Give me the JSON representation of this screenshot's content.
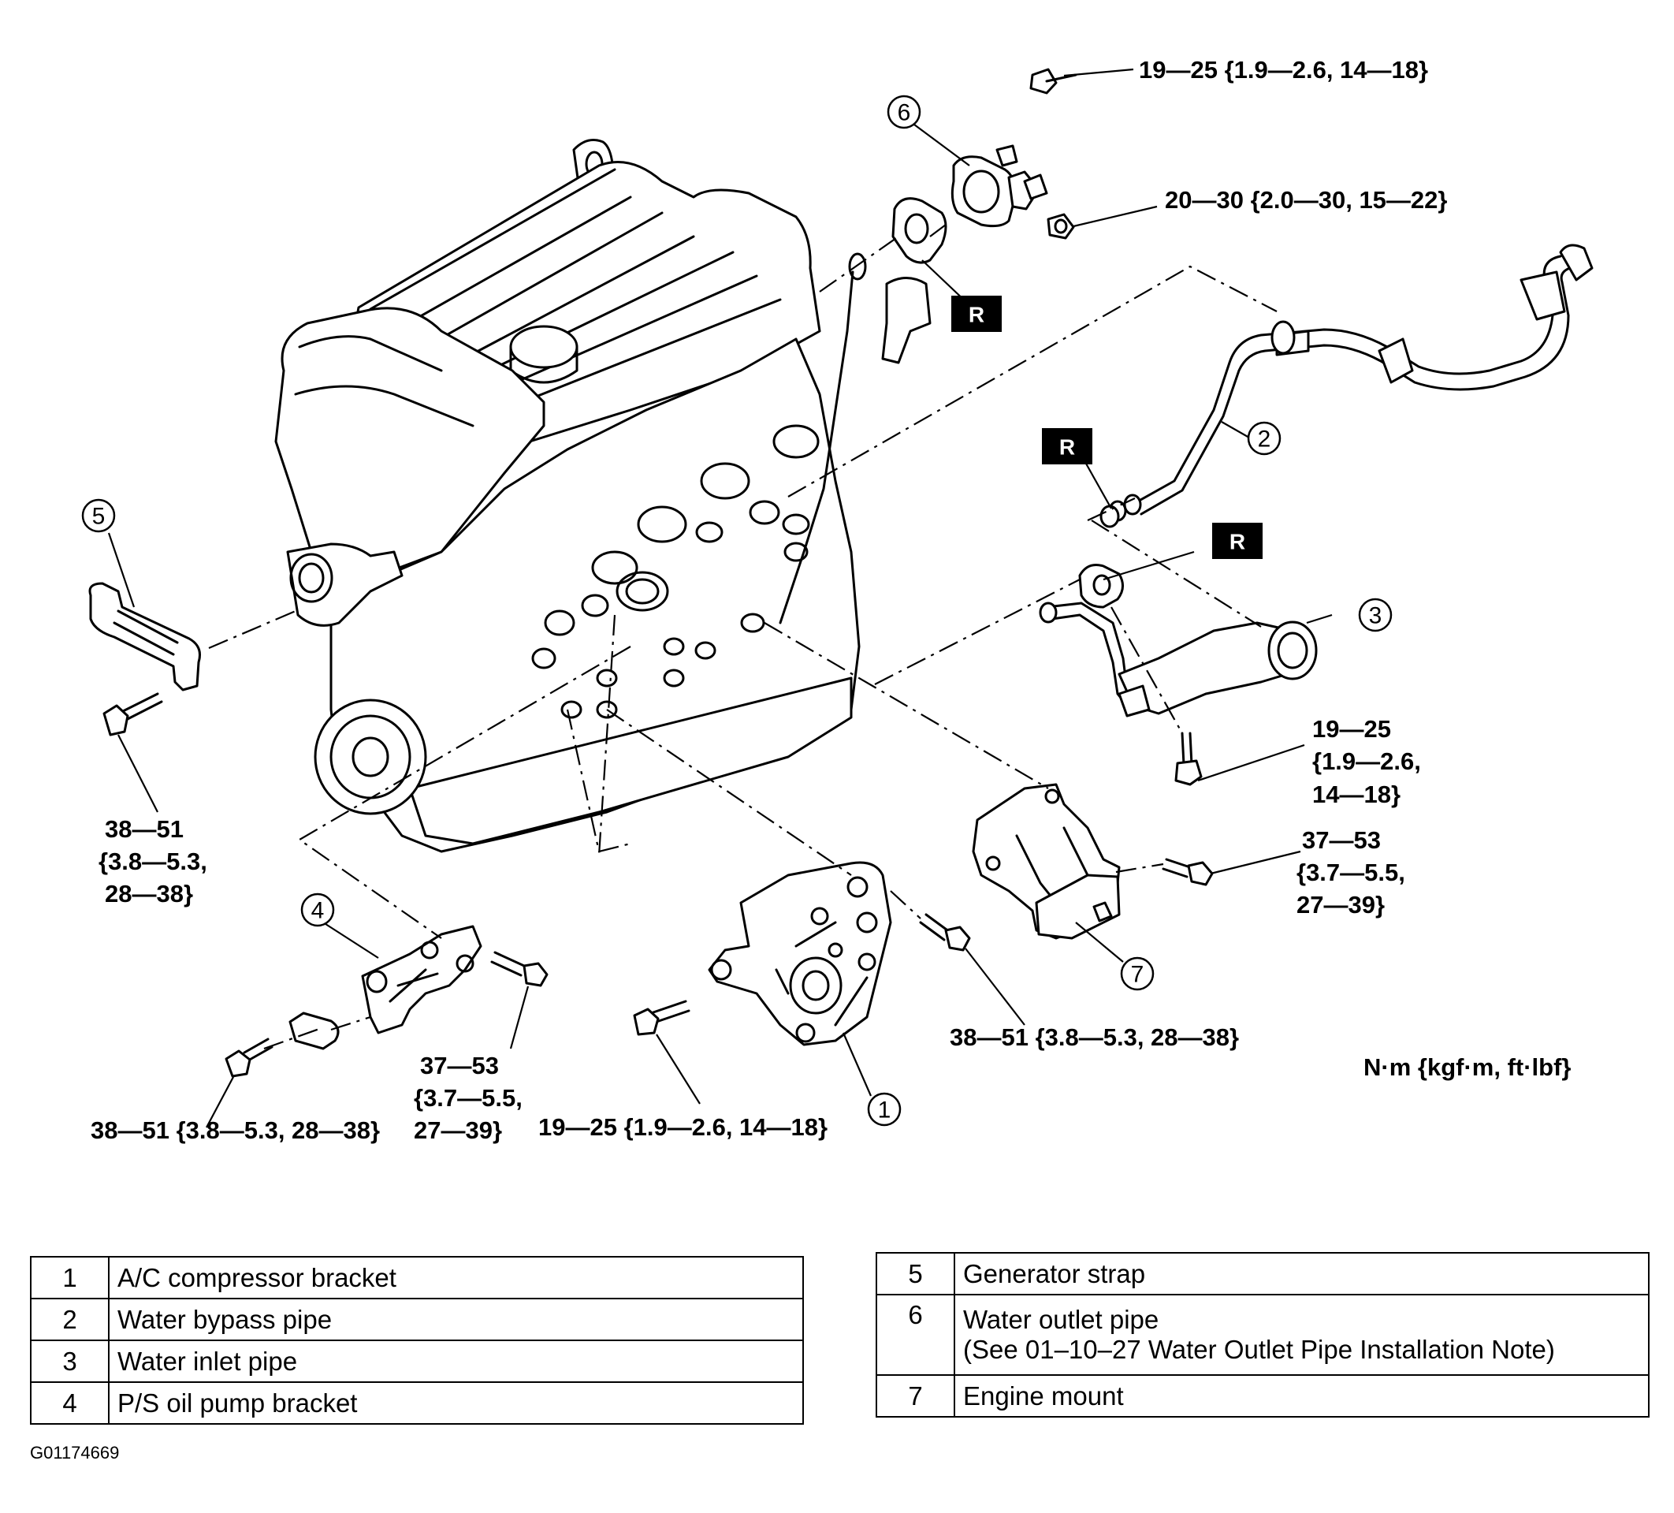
{
  "torque_specs": {
    "water_outlet_bolt": "19—25 {1.9—2.6, 14—18}",
    "water_outlet_nut": "20—30 {2.0—30, 15—22}",
    "water_inlet_bolt_l1": "19—25",
    "water_inlet_bolt_l2": "{1.9—2.6,",
    "water_inlet_bolt_l3": "14—18}",
    "engine_mount_bolt_l1": "37—53",
    "engine_mount_bolt_l2": "{3.7—5.5,",
    "engine_mount_bolt_l3": "27—39}",
    "generator_strap_bolt_l1": "38—51",
    "generator_strap_bolt_l2": "{3.8—5.3,",
    "generator_strap_bolt_l3": "28—38}",
    "ac_bracket_upper_bolt": "38—51 {3.8—5.3, 28—38}",
    "ps_bracket_bolt_l1": "37—53",
    "ps_bracket_bolt_l2": "{3.7—5.5,",
    "ps_bracket_bolt_l3": "27—39}",
    "ps_plate_bolt": "38—51 {3.8—5.3, 28—38}",
    "ac_bracket_lower_bolt": "19—25 {1.9—2.6, 14—18}"
  },
  "units_note": "N·m {kgf·m, ft·lbf}",
  "replace_badge": "R",
  "callouts": [
    "1",
    "2",
    "3",
    "4",
    "5",
    "6",
    "7"
  ],
  "legend_left": [
    {
      "num": "1",
      "desc": "A/C compressor bracket"
    },
    {
      "num": "2",
      "desc": "Water bypass pipe"
    },
    {
      "num": "3",
      "desc": "Water inlet pipe"
    },
    {
      "num": "4",
      "desc": "P/S oil pump bracket"
    }
  ],
  "legend_right": [
    {
      "num": "5",
      "desc": "Generator strap"
    },
    {
      "num": "6",
      "desc": "Water outlet pipe",
      "desc2": "(See 01–10–27 Water Outlet Pipe Installation Note)"
    },
    {
      "num": "7",
      "desc": "Engine mount"
    }
  ],
  "image_code": "G01174669"
}
